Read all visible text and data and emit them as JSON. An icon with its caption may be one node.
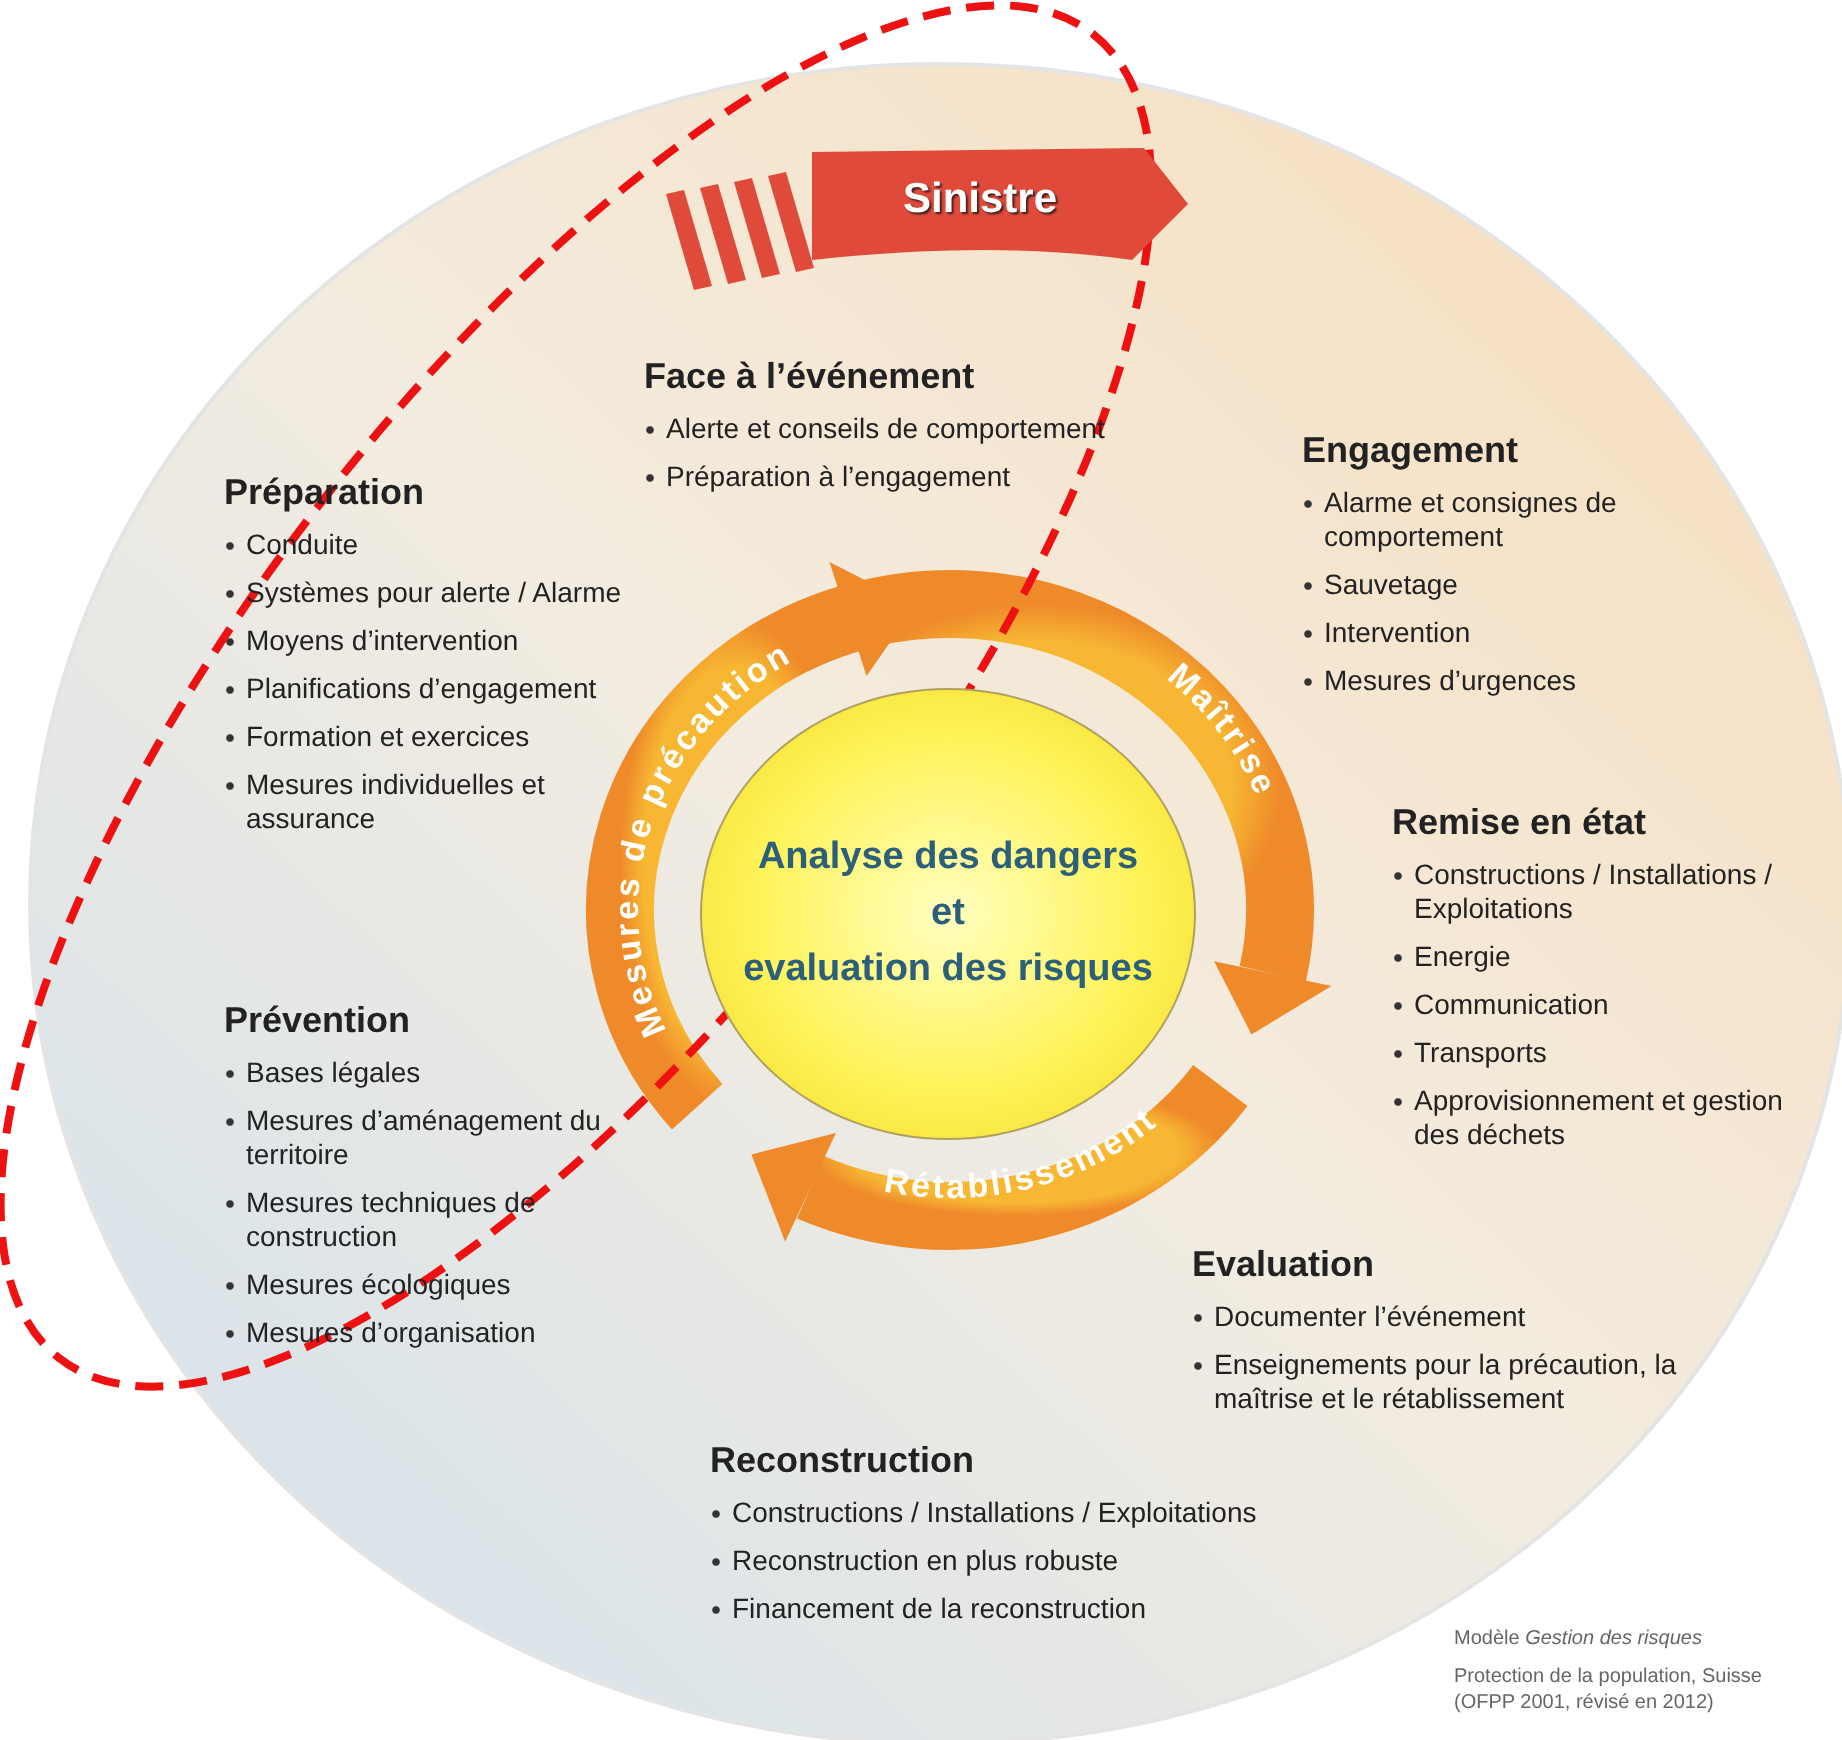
{
  "diagram": {
    "nodes": [
      {
        "text": [
          "Sinistre"
        ]
      },
      {
        "text": [
          "Analyse des dangers",
          "et",
          "evaluation des risques"
        ]
      }
    ],
    "labels": [
      "Face à l’événement",
      "Alerte et conseils de comportement",
      "Préparation à l’engagement",
      "Engagement",
      "Alarme et consignes de comportement",
      "Sauvetage",
      "Intervention",
      "Mesures d’urgences",
      "Préparation",
      "Conduite",
      "Systèmes pour alerte / Alarme",
      "Moyens d’intervention",
      "Planifications d’engagement",
      "Formation et exercices",
      "Mesures individuelles et assurance",
      "Remise en état",
      "Constructions / Installations / Exploitations",
      "Energie",
      "Communication",
      "Transports",
      "Approvisionnement et gestion des déchets",
      "Prévention",
      "Bases légales",
      "Mesures d’aménagement du territoire",
      "Mesures techniques de construction",
      "Mesures écologiques",
      "Mesures d’organisation",
      "Evaluation",
      "Documenter l’événement",
      "Enseignements pour la précaution, la maîtrise et le rétablissement",
      "Reconstruction",
      "Constructions / Installations / Exploitations",
      "Reconstruction en plus robuste",
      "Financement de la reconstruction",
      "Maîtrise",
      "Rétablissement",
      "Mesures de précaution",
      "Modèle *Gestion des risques*",
      "Protection de la population, Suisse",
      "(OFPP 2001, révisé en 2012)"
    ]
  }
}
